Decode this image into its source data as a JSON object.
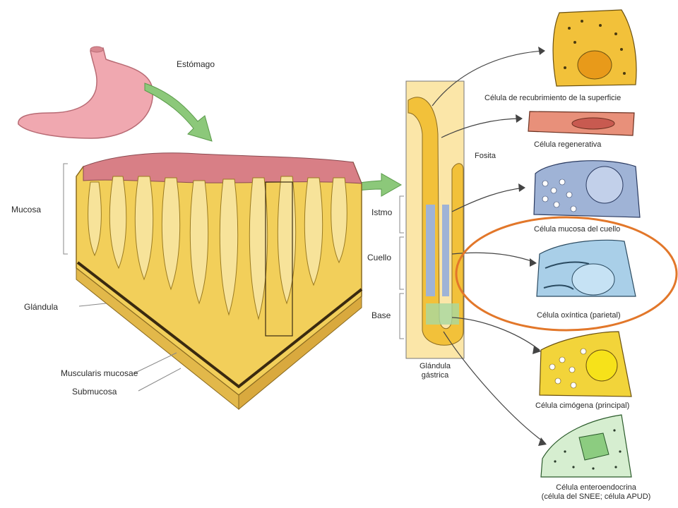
{
  "labels": {
    "stomach": "Estómago",
    "mucosa": "Mucosa",
    "gland": "Glándula",
    "muscularis": "Muscularis mucosae",
    "submucosa": "Submucosa",
    "pit": "Fosita",
    "isthmus": "Istmo",
    "neck": "Cuello",
    "base": "Base",
    "gastric_gland_line1": "Glándula",
    "gastric_gland_line2": "gástrica"
  },
  "cells": [
    {
      "label": "Célula de recubrimiento de la superficie",
      "color": "#f2c13a"
    },
    {
      "label": "Célula regenerativa",
      "color": "#e8907a"
    },
    {
      "label": "Célula mucosa del cuello",
      "color": "#9fb3d6"
    },
    {
      "label": "Célula oxíntica (parietal)",
      "color": "#a9cfe8"
    },
    {
      "label": "Célula cimógena (principal)",
      "color": "#f2d43a"
    },
    {
      "label": "Célula enteroendocrina",
      "label2": "(célula del SNEE; célula APUD)",
      "color": "#a8d8a0"
    }
  ],
  "colors": {
    "highlight_ellipse": "#e2772a",
    "stomach": "#f0a8b0",
    "arrow_green": "#8cc87a",
    "tissue_yellow": "#f2cf5a",
    "mucosa_pink": "#d87f86"
  }
}
